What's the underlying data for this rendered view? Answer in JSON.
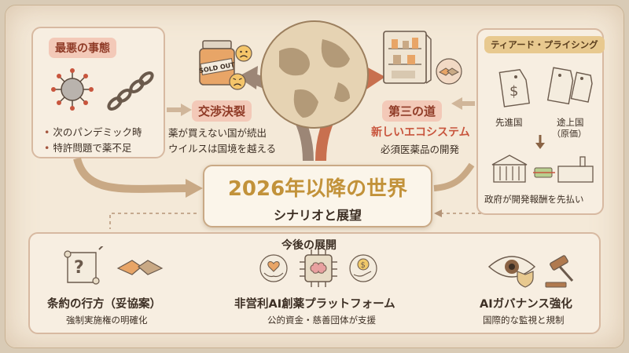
{
  "worst_case": {
    "title": "最悪の事態",
    "bullet_1": "次のパンデミック時",
    "bullet_2": "特許問題で薬不足"
  },
  "negotiation": {
    "title": "交渉決裂",
    "line_1": "薬が買えない国が続出",
    "line_2": "ウイルスは国境を越える",
    "label_sold_out": "SOLD OUT"
  },
  "third_way": {
    "title": "第三の道",
    "subtitle": "新しいエコシステム",
    "line_1": "必須医薬品の開発"
  },
  "tiered": {
    "title": "ティアード・プライシング",
    "developed": "先進国",
    "developing": "途上国",
    "developing_note": "（原価）",
    "caption": "政府が開発報酬を先払い"
  },
  "center": {
    "title": "2026年以降の世界",
    "subtitle": "シナリオと展望"
  },
  "future": {
    "title": "今後の展開",
    "items": [
      {
        "title": "条約の行方（妥協案）",
        "sub": "強制実施権の明確化"
      },
      {
        "title": "非営利AI創薬プラットフォーム",
        "sub": "公的資金・慈善団体が支援"
      },
      {
        "title": "AIガバナンス強化",
        "sub": "国際的な監視と規制"
      }
    ]
  },
  "colors": {
    "accent_red": "#c8553d",
    "tag_pink": "#f3c9b8",
    "tag_gold": "#e8c98f",
    "title_gold": "#c2923a",
    "brown": "#8a6344"
  }
}
